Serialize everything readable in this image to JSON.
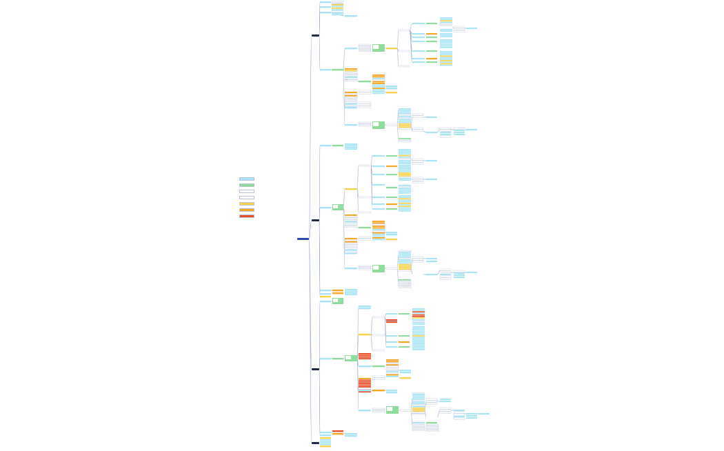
{
  "canvas": {
    "background": "#ffffff",
    "link_color": "#9aa9c4"
  },
  "palette": {
    "blue": "#a8e4f6",
    "green": "#8fdc9c",
    "white": "#ffffff",
    "yellow": "#f7d24a",
    "orange": "#f5a623",
    "red": "#e8502a",
    "dark": "#1f2a44",
    "root": "#2b4aa8"
  },
  "legend": {
    "items": [
      {
        "color": "blue"
      },
      {
        "color": "green"
      },
      {
        "color": "white"
      },
      {
        "color": "white"
      },
      {
        "color": "yellow"
      },
      {
        "color": "orange"
      },
      {
        "color": "red"
      }
    ]
  },
  "mindmap": {
    "root": {
      "label": ""
    },
    "sections": [
      {
        "label": ""
      },
      {
        "label": ""
      },
      {
        "label": ""
      },
      {
        "label": ""
      },
      {
        "label": ""
      }
    ]
  }
}
